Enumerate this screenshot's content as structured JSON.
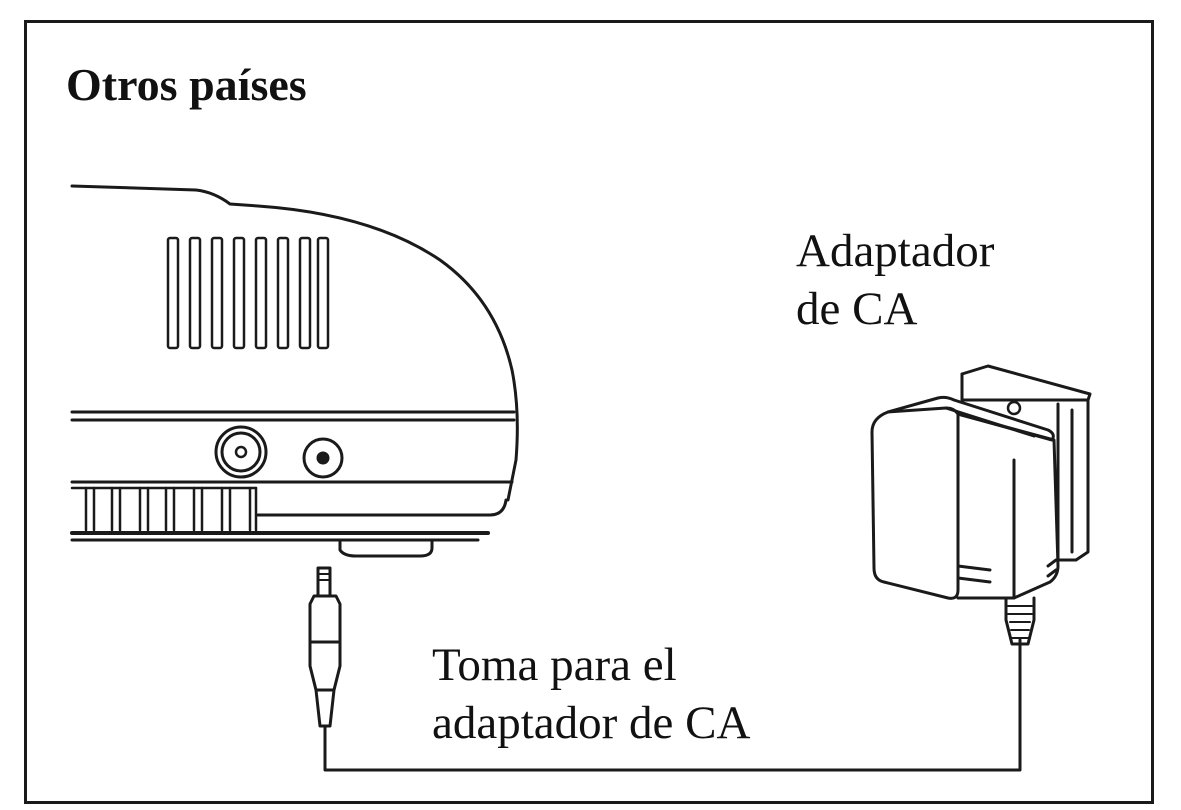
{
  "heading": "Otros países",
  "adapter_label": {
    "line1": "Adaptador",
    "line2": "de CA"
  },
  "jack_label": {
    "line1": "Toma para el",
    "line2": "adaptador de CA"
  },
  "colors": {
    "ink": "#1a1a1a",
    "background": "#ffffff"
  }
}
